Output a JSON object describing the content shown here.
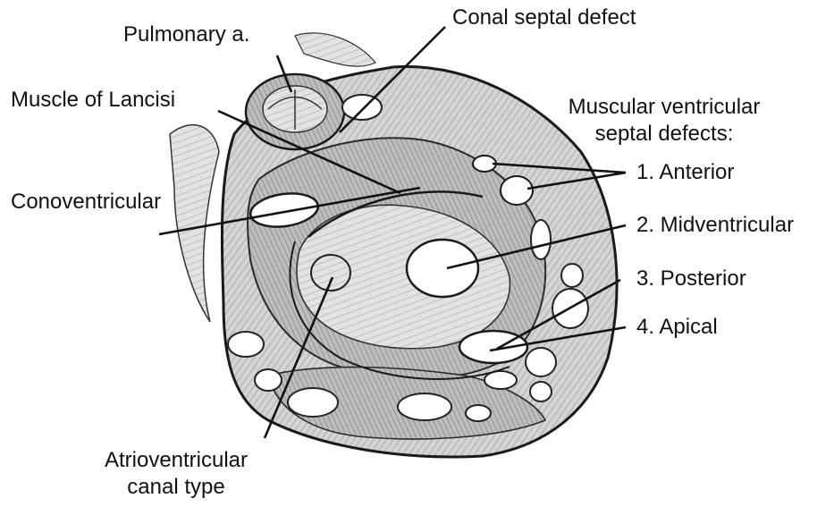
{
  "labels": {
    "pulmonary": "Pulmonary a.",
    "conal": "Conal septal defect",
    "lancisi": "Muscle of Lancisi",
    "muscular_heading_1": "Muscular ventricular",
    "muscular_heading_2": "septal defects:",
    "anterior": "1. Anterior",
    "conoventricular": "Conoventricular",
    "midventricular": "2. Midventricular",
    "posterior": "3. Posterior",
    "apical": "4. Apical",
    "av_canal_1": "Atrioventricular",
    "av_canal_2": "canal type"
  },
  "colors": {
    "ink": "#111111",
    "tissue": "#c9c9c9",
    "tissue_dark": "#8a8a8a",
    "hole": "#ffffff"
  }
}
